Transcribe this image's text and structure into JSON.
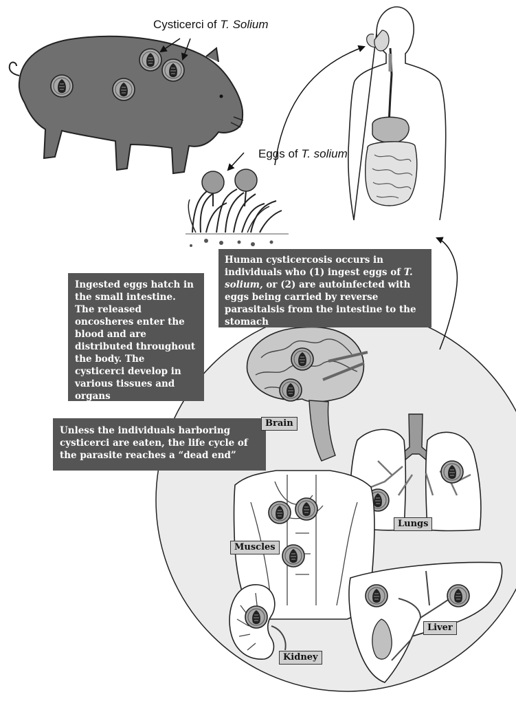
{
  "labels": {
    "cysticerci_prefix": "Cysticerci of ",
    "cysticerci_species": "T. Solium",
    "eggs_prefix": "Eggs of ",
    "eggs_species": "T. solium"
  },
  "boxes": {
    "human": {
      "part1": "Human cysticercosis occurs in individuals who (1) ingest eggs of ",
      "species": "T. solium,",
      "part2": " or (2) are autoinfected with eggs being carried by reverse parasitalsis from the intestine to the stomach"
    },
    "ingested": "Ingested eggs hatch in the small intestine. The released oncosheres enter the blood and are distributed throughout the body. The cysticerci develop in various tissues and organs",
    "dead_end": "Unless the individuals harboring cysticerci are eaten, the life cycle of the parasite reaches a “dead end”"
  },
  "organs": {
    "brain": "Brain",
    "lungs": "Lungs",
    "muscles": "Muscles",
    "liver": "Liver",
    "kidney": "Kidney"
  },
  "colors": {
    "box_bg": "#555555",
    "pig": "#6f6f6f",
    "circle_bg": "#ebebeb",
    "cyst_bg": "#a8a8a8",
    "tag_bg": "#cfcfcf"
  }
}
